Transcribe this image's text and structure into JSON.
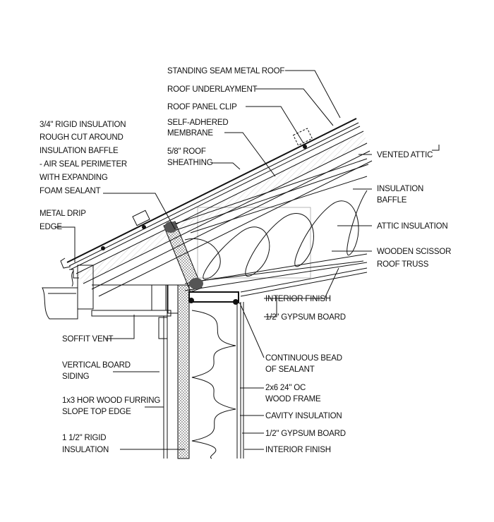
{
  "labels": {
    "standing_seam": "STANDING SEAM METAL ROOF",
    "roof_underlayment": "ROOF UNDERLAYMENT",
    "roof_panel_clip": "ROOF PANEL CLIP",
    "self_adhered_1": "SELF-ADHERED",
    "self_adhered_2": "MEMBRANE",
    "sheathing_1": "5/8\" ROOF",
    "sheathing_2": "SHEATHING",
    "rigid_baffle_1": "3/4\" RIGID INSULATION",
    "rigid_baffle_2": "ROUGH CUT AROUND",
    "rigid_baffle_3": "INSULATION BAFFLE",
    "rigid_baffle_4": "- AIR SEAL PERIMETER",
    "rigid_baffle_5": "WITH EXPANDING",
    "rigid_baffle_6": "FOAM SEALANT",
    "drip_1": "METAL DRIP",
    "drip_2": "EDGE",
    "vented_attic": "VENTED ATTIC",
    "insulation_baffle_1": "INSULATION",
    "insulation_baffle_2": "BAFFLE",
    "attic_insulation": "ATTIC INSULATION",
    "truss_1": "WOODEN SCISSOR",
    "truss_2": "ROOF TRUSS",
    "interior_finish_top": "INTERIOR FINISH",
    "gypsum_top": "1/2\" GYPSUM BOARD",
    "soffit_vent": "SOFFIT VENT",
    "siding_1": "VERTICAL BOARD",
    "siding_2": "SIDING",
    "sealant_1": "CONTINUOUS BEAD",
    "sealant_2": "OF SEALANT",
    "frame_1": "2x6 24\" OC",
    "frame_2": "WOOD FRAME",
    "furring_1": "1x3 HOR WOOD FURRING",
    "furring_2": "SLOPE TOP EDGE",
    "cavity_insulation": "CAVITY INSULATION",
    "rigid_1": "1 1/2\" RIGID",
    "rigid_2": "INSULATION",
    "gypsum_bottom": "1/2\" GYPSUM BOARD",
    "interior_finish_bottom": "INTERIOR FINISH"
  },
  "colors": {
    "line": "#111111",
    "background": "#ffffff"
  }
}
